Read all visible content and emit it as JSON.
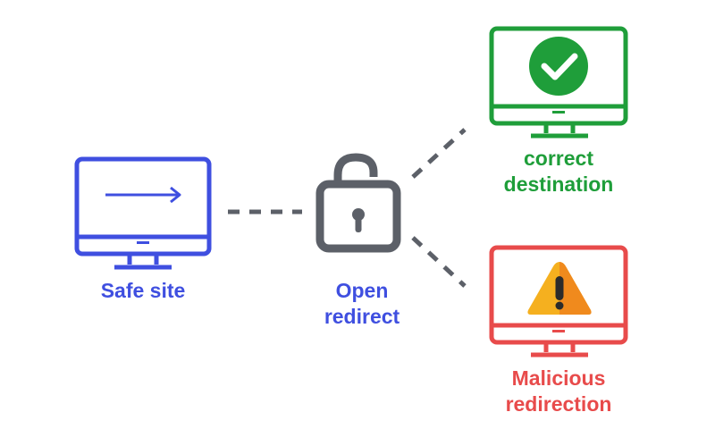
{
  "nodes": {
    "safe_site": {
      "label": "Safe site",
      "color": "#3f4fe0",
      "icon": "arrow-right-icon"
    },
    "open_redirect": {
      "label": "Open\nredirect",
      "color": "#3f4fe0",
      "icon": "unlocked-padlock-icon",
      "icon_color": "#5c6068"
    },
    "correct_destination": {
      "label": "correct\ndestination",
      "color": "#1f9e3a",
      "icon": "check-circle-icon"
    },
    "malicious_redirection": {
      "label": "Malicious\nredirection",
      "color": "#e84b4b",
      "icon": "warning-triangle-icon",
      "icon_color": "#f5b01f"
    }
  },
  "connector_color": "#5c6068"
}
